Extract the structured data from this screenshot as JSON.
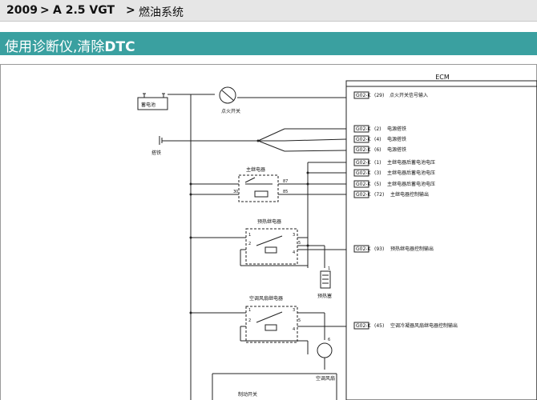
{
  "breadcrumb": {
    "year": "2009",
    "sep1": ">",
    "model": "A 2.5 VGT",
    "sep2": ">",
    "section": "燃油系统"
  },
  "page_title": {
    "cn": "使用诊断仪,清除",
    "code": "DTC"
  },
  "diagram": {
    "ecm_label": "ECM",
    "battery_label": "蓄电池",
    "ignition_label": "点火开关",
    "ground_label": "搭铁",
    "main_relay_label": "主继电器",
    "glow_relay_label": "预热继电器",
    "glow_plug_label": "预热塞",
    "ac_relay_label": "空调风扇继电器",
    "fan_label": "空调风扇",
    "brake_switch_label": "制动开关",
    "main_relay_pins": {
      "p1": "87",
      "p2": "30",
      "p3": "85"
    },
    "glow_relay_pins": {
      "p1": "1",
      "p2": "2",
      "p3": "3",
      "p4": "4",
      "p5": "5"
    },
    "ac_relay_pins": {
      "p1": "1",
      "p2": "2",
      "p3": "3",
      "p4": "4",
      "p5": "5"
    },
    "plug_pin": "1",
    "fan_pin": "6",
    "ecm_pins": [
      {
        "code": "G02-K",
        "num": "(29)",
        "desc": "点火开关信号输入"
      },
      {
        "code": "G02-K",
        "num": "(2)",
        "desc": "电源搭铁"
      },
      {
        "code": "G02-K",
        "num": "(4)",
        "desc": "电源搭铁"
      },
      {
        "code": "G02-K",
        "num": "(6)",
        "desc": "电源搭铁"
      },
      {
        "code": "G02-K",
        "num": "(1)",
        "desc": "主继电器后蓄电池电压"
      },
      {
        "code": "G02-K",
        "num": "(3)",
        "desc": "主继电器后蓄电池电压"
      },
      {
        "code": "G02-K",
        "num": "(5)",
        "desc": "主继电器后蓄电池电压"
      },
      {
        "code": "G02-K",
        "num": "(72)",
        "desc": "主继电器控制输出"
      },
      {
        "code": "G02-K",
        "num": "(93)",
        "desc": "预热继电器控制输出"
      },
      {
        "code": "G02-K",
        "num": "(45)",
        "desc": "空调冷凝器风扇继电器控制输出"
      }
    ]
  }
}
